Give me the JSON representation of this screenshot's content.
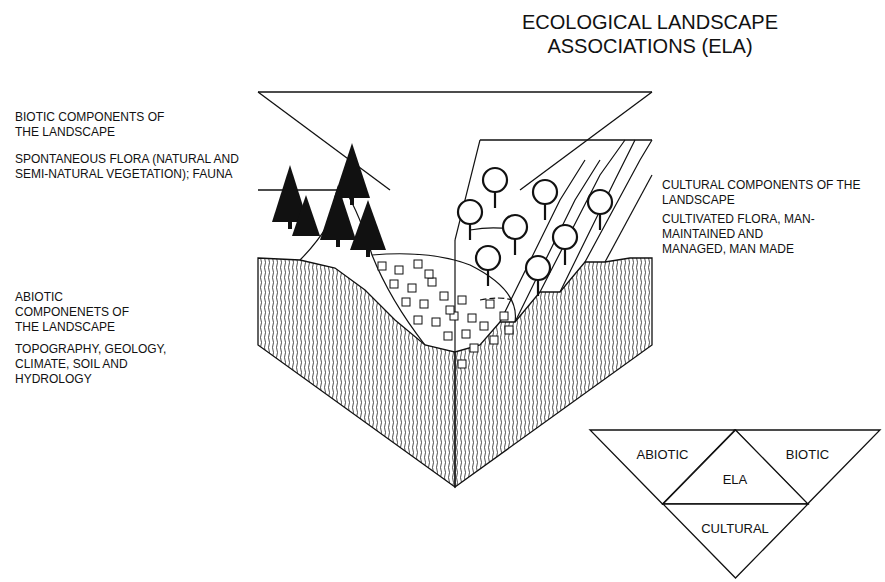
{
  "diagram": {
    "title": "ECOLOGICAL LANDSCAPE ASSOCIATIONS (ELA)",
    "nodes": [
      {
        "text": [
          "ABIOTIC"
        ]
      },
      {
        "text": [
          "BIOTIC"
        ]
      },
      {
        "text": [
          "ELA"
        ]
      },
      {
        "text": [
          "CULTURAL"
        ]
      }
    ],
    "labels": [
      "BIOTIC COMPONENTS OF THE LANDSCAPE",
      "SPONTANEOUS FLORA (NATURAL AND SEMI-NATURAL VEGETATION); FAUNA",
      "ABIOTIC COMPONENETS OF THE LANDSCAPE",
      "TOPOGRAPHY, GEOLOGY, CLIMATE, SOIL AND HYDROLOGY",
      "CULTURAL COMPONENTS OF THE LANDSCAPE",
      "CULTIVATED FLORA, MAN-MAINTAINED AND MANAGED, MAN MADE"
    ]
  }
}
